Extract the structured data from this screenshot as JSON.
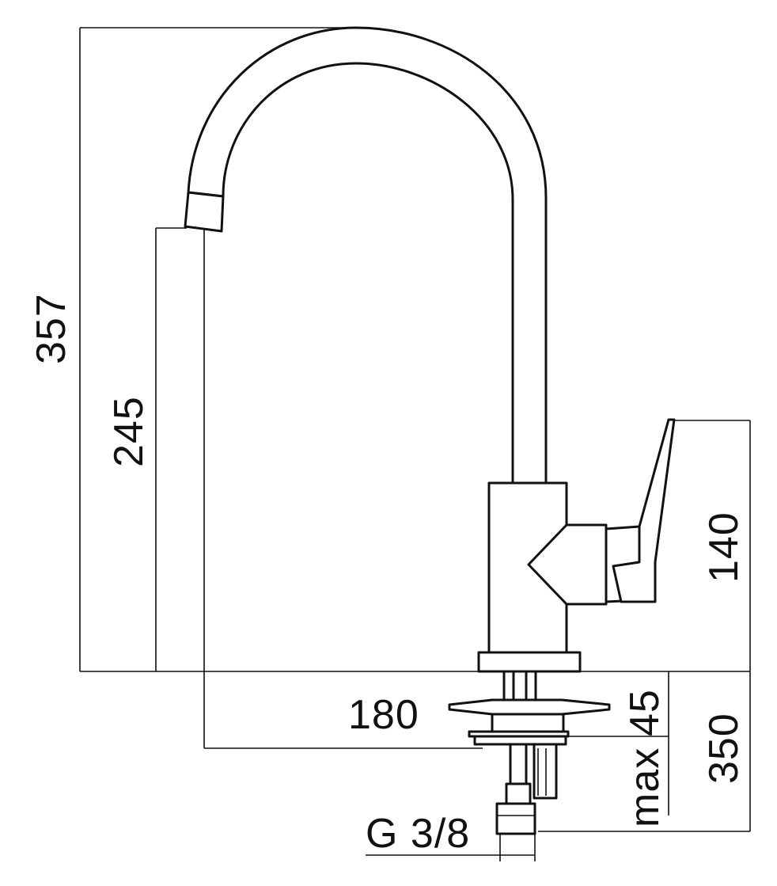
{
  "dimensions": {
    "total_height": "357",
    "spout_height": "245",
    "lever_height": "140",
    "reach": "180",
    "max_thickness_value": "45",
    "max_label": "max",
    "hose_length": "350",
    "connection": "G 3/8"
  },
  "colors": {
    "line": "#111111",
    "background": "#ffffff"
  }
}
